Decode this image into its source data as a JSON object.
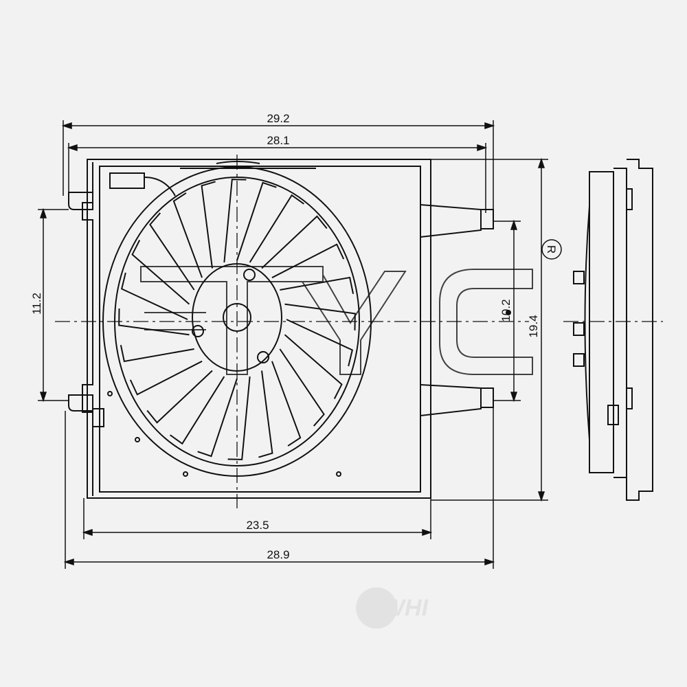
{
  "dimensions": {
    "overall_top_width": "29.2",
    "inner_top_width": "28.1",
    "left_mount_height": "11.2",
    "right_mount_height": "10.2",
    "overall_height": "19.4",
    "fan_opening_width": "23.5",
    "overall_bottom_width": "28.9"
  },
  "logo": {
    "registered_mark": "R",
    "watermark_text": "WHI"
  },
  "colors": {
    "line": "#111111",
    "background": "#f2f2f2",
    "watermark": "#d6d6d6"
  }
}
